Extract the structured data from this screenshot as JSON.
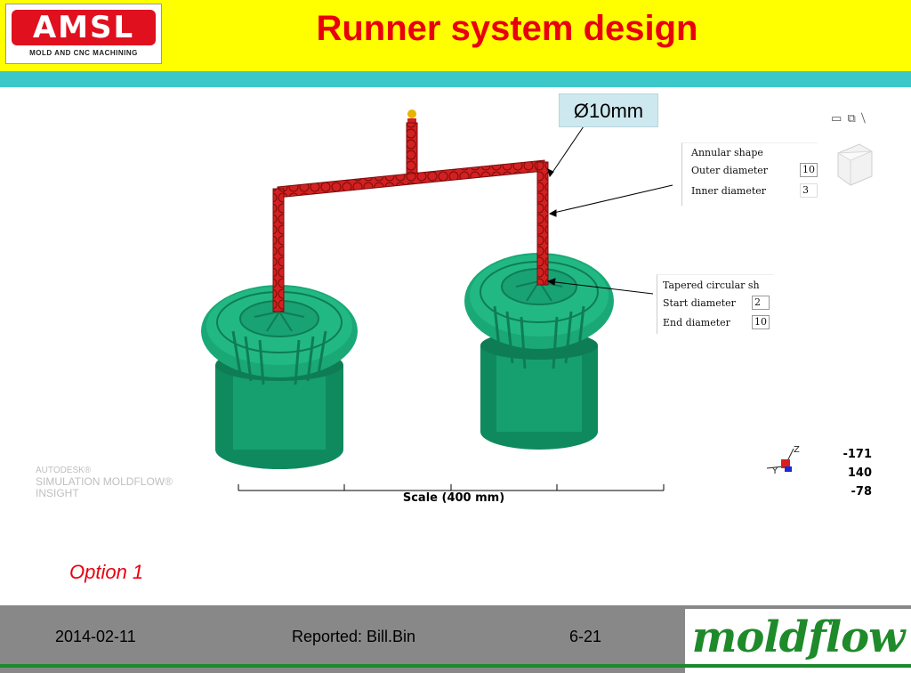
{
  "header": {
    "logo_text": "AMSL",
    "logo_sub": "MOLD AND CNC MACHINING",
    "title": "Runner system design"
  },
  "callout": {
    "label": "Ø10mm"
  },
  "window_controls": {
    "icons": [
      "minimize-icon",
      "restore-icon",
      "close-icon"
    ],
    "glyphs": "▭ ⧉ ⧹"
  },
  "annular_panel": {
    "group_label": "Annular shape",
    "outer_label": "Outer diameter",
    "outer_value": "10",
    "inner_label": "Inner diameter",
    "inner_value": "3"
  },
  "tapered_panel": {
    "group_label": "Tapered circular sh",
    "start_label": "Start diameter",
    "start_value": "2",
    "end_label": "End diameter",
    "end_value": "10"
  },
  "watermark": {
    "line1": "AUTODESK®",
    "line2": "SIMULATION MOLDFLOW®",
    "line3": "INSIGHT"
  },
  "scale": {
    "label": "Scale (400 mm)"
  },
  "coordinates": {
    "x": "-171",
    "y": "140",
    "z": "-78"
  },
  "axis_labels": {
    "y": "Y",
    "z": "Z"
  },
  "option": {
    "label": "Option 1"
  },
  "footer": {
    "date": "2014-02-11",
    "reported": "Reported: Bill.Bin",
    "page": "6-21",
    "brand": "moldflow"
  },
  "colors": {
    "header_bg": "#ffff00",
    "title": "#e8000e",
    "teal_bar": "#3cc8c8",
    "part_green": "#1aa877",
    "runner_red": "#d42020",
    "footer_bg": "#888888",
    "brand_green": "#1e8a2a"
  }
}
